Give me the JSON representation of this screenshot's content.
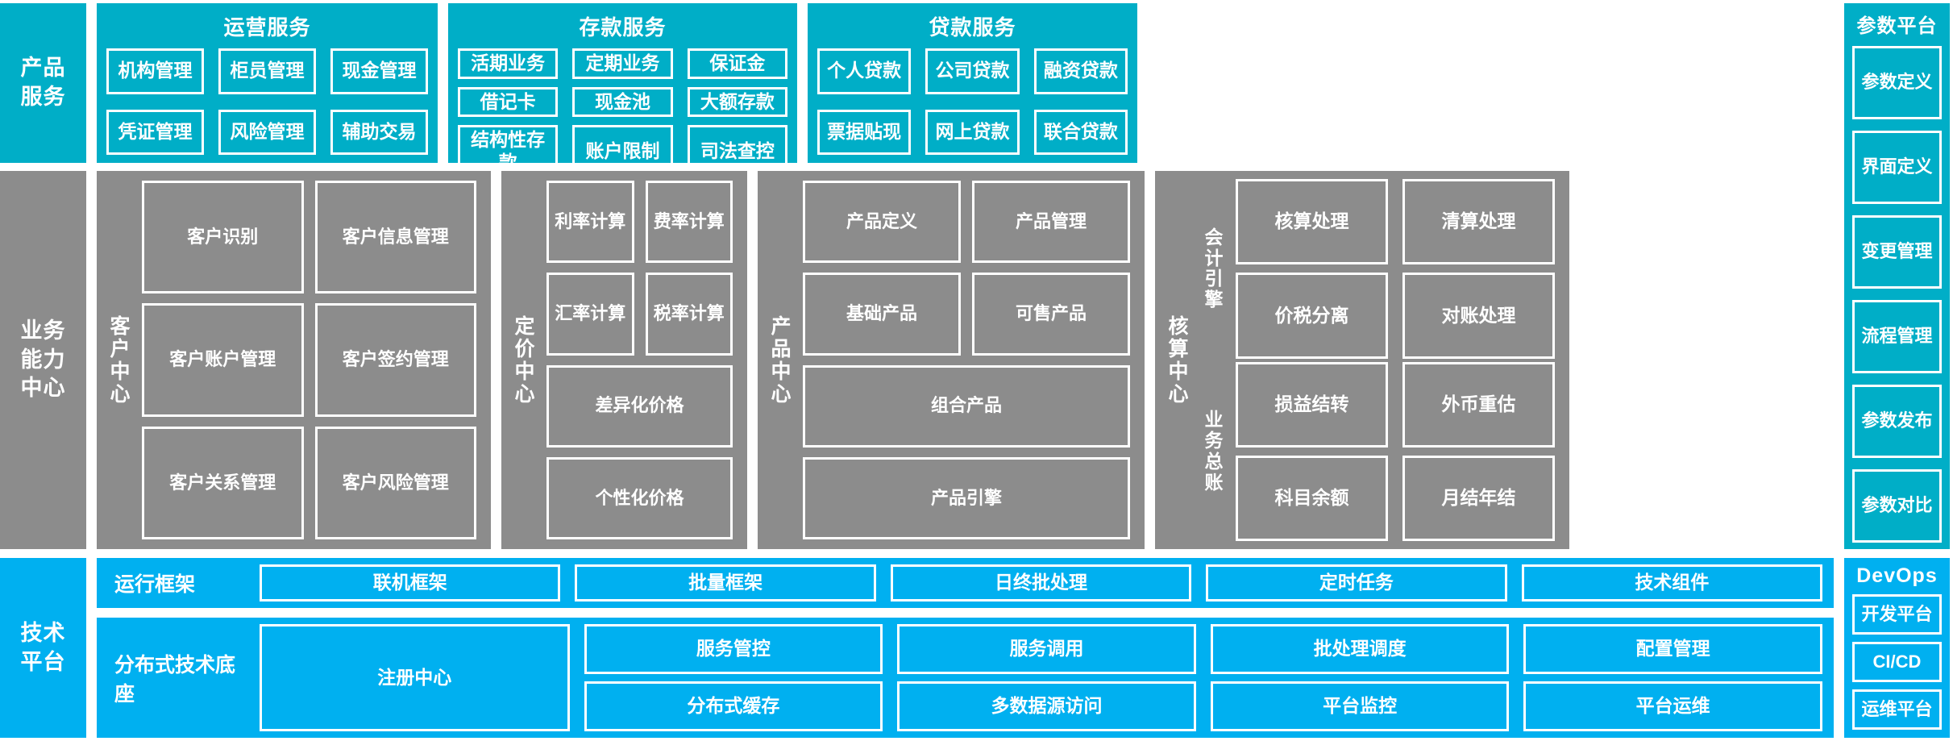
{
  "colors": {
    "teal": "#00AEC7",
    "gray": "#8C8C8C",
    "sky": "#00B0F0",
    "border": "#FFFFFF",
    "background": "#FFFFFF"
  },
  "layers": {
    "product_service": {
      "label": "产品\n服务"
    },
    "business_capability": {
      "label": "业务\n能力\n中心"
    },
    "technical_platform": {
      "label": "技术\n平台"
    }
  },
  "product_service": {
    "panels": [
      {
        "title": "运营服务",
        "rows": [
          [
            "机构管理",
            "柜员管理",
            "现金管理"
          ],
          [
            "凭证管理",
            "风险管理",
            "辅助交易"
          ]
        ]
      },
      {
        "title": "存款服务",
        "rows": [
          [
            "活期业务",
            "定期业务",
            "保证金"
          ],
          [
            "借记卡",
            "现金池",
            "大额存款"
          ],
          [
            "结构性存款",
            "账户限制",
            "司法查控"
          ]
        ]
      },
      {
        "title": "贷款服务",
        "rows": [
          [
            "个人贷款",
            "公司贷款",
            "融资贷款"
          ],
          [
            "票据贴现",
            "网上贷款",
            "联合贷款"
          ]
        ]
      }
    ]
  },
  "param_platform": {
    "title": "参数平台",
    "items": [
      "参数定义",
      "界面定义",
      "变更管理",
      "流程管理",
      "参数发布",
      "参数对比"
    ]
  },
  "business_capability": {
    "centers": [
      {
        "name": "客户中心",
        "rows": [
          [
            "客户识别",
            "客户信息管理"
          ],
          [
            "客户账户管理",
            "客户签约管理"
          ],
          [
            "客户关系管理",
            "客户风险管理"
          ]
        ]
      },
      {
        "name": "定价中心",
        "rows": [
          [
            "利率计算",
            "费率计算"
          ],
          [
            "汇率计算",
            "税率计算"
          ],
          [
            "差异化价格"
          ],
          [
            "个性化价格"
          ]
        ]
      },
      {
        "name": "产品中心",
        "rows": [
          [
            "产品定义",
            "产品管理"
          ],
          [
            "基础产品",
            "可售产品"
          ],
          [
            "组合产品"
          ],
          [
            "产品引擎"
          ]
        ]
      },
      {
        "name": "核算中心",
        "subgroups": [
          {
            "name": "会计引擎",
            "rows": [
              [
                "核算处理",
                "清算处理"
              ],
              [
                "价税分离",
                "对账处理"
              ]
            ]
          },
          {
            "name": "业务总账",
            "rows": [
              [
                "损益结转",
                "外币重估"
              ],
              [
                "科目余额",
                "月结年结"
              ]
            ]
          }
        ]
      }
    ]
  },
  "technical_platform": {
    "bands": [
      {
        "label": "运行框架",
        "items": [
          "联机框架",
          "批量框架",
          "日终批处理",
          "定时任务",
          "技术组件"
        ]
      },
      {
        "label": "分布式技术底座",
        "wide_item": "注册中心",
        "stacks": [
          [
            "服务管控",
            "分布式缓存"
          ],
          [
            "服务调用",
            "多数据源访问"
          ],
          [
            "批处理调度",
            "平台监控"
          ],
          [
            "配置管理",
            "平台运维"
          ]
        ]
      }
    ]
  },
  "devops": {
    "title": "DevOps",
    "items": [
      "开发平台",
      "CI/CD",
      "运维平台"
    ]
  }
}
